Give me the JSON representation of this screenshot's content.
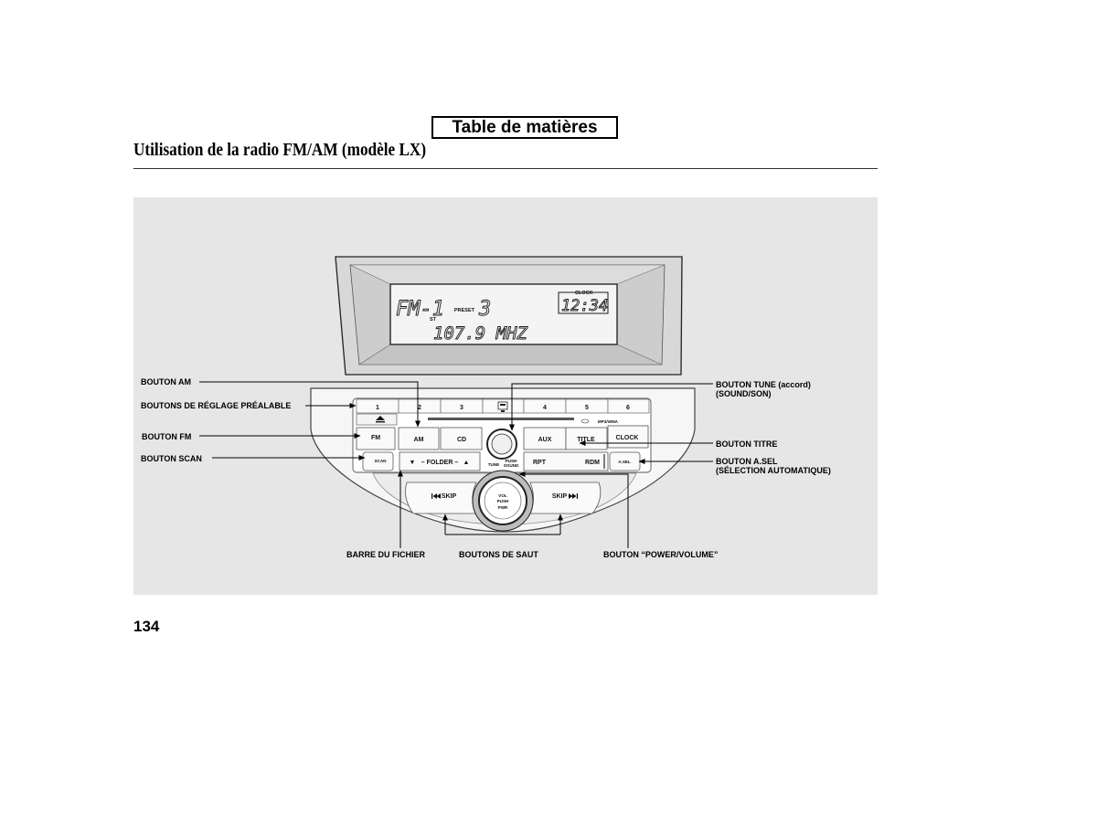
{
  "header": {
    "toc_button": "Table de matières",
    "section_title": "Utilisation de la radio FM/AM (modèle LX)"
  },
  "display": {
    "band": "FM-1",
    "preset_label": "PRESET",
    "preset_number": "3",
    "stereo": "ST",
    "frequency": "107.9 MHZ",
    "clock_label": "CLOCK",
    "clock": "12:34"
  },
  "radio": {
    "presets": [
      "1",
      "2",
      "3",
      "4",
      "5",
      "6"
    ],
    "media_logo": "MP3/WMA",
    "buttons": {
      "fm": "FM",
      "am": "AM",
      "cd": "CD",
      "aux": "AUX",
      "title": "TITLE",
      "clock": "CLOCK",
      "scan": "SCAN",
      "folder_down": "▼",
      "folder": "– FOLDER –",
      "folder_up": "▲",
      "tune": "TUNE",
      "tune_push": "PUSH",
      "sound": "SOUND",
      "rpt": "RPT",
      "rdm": "RDM",
      "asel": "A.SEL",
      "skip_back": "SKIP",
      "skip_forward": "SKIP",
      "vol": "VOL",
      "vol_push": "PUSH",
      "pwr": "PWR"
    }
  },
  "callouts": {
    "am": "BOUTON AM",
    "presets": "BOUTONS DE RÉGLAGE PRÉALABLE",
    "fm": "BOUTON FM",
    "scan": "BOUTON SCAN",
    "tune": "BOUTON TUNE (accord)",
    "tune_sub": "(SOUND/SON)",
    "title": "BOUTON TITRE",
    "asel": "BOUTON A.SEL",
    "asel_sub": "(SÉLECTION AUTOMATIQUE)",
    "folder_bar": "BARRE DU FICHIER",
    "skip": "BOUTONS DE SAUT",
    "power": "BOUTON “POWER/VOLUME”"
  },
  "icons": {
    "eject": "eject-icon",
    "disc_load": "disc-load-icon",
    "skip_back": "skip-back-icon",
    "skip_forward": "skip-forward-icon",
    "tune_knob": "tune-knob",
    "volume_knob": "volume-knob"
  },
  "colors": {
    "panel_background": "#e6e6e6",
    "lcd_background": "#f4f4f4"
  },
  "page_number": "134"
}
